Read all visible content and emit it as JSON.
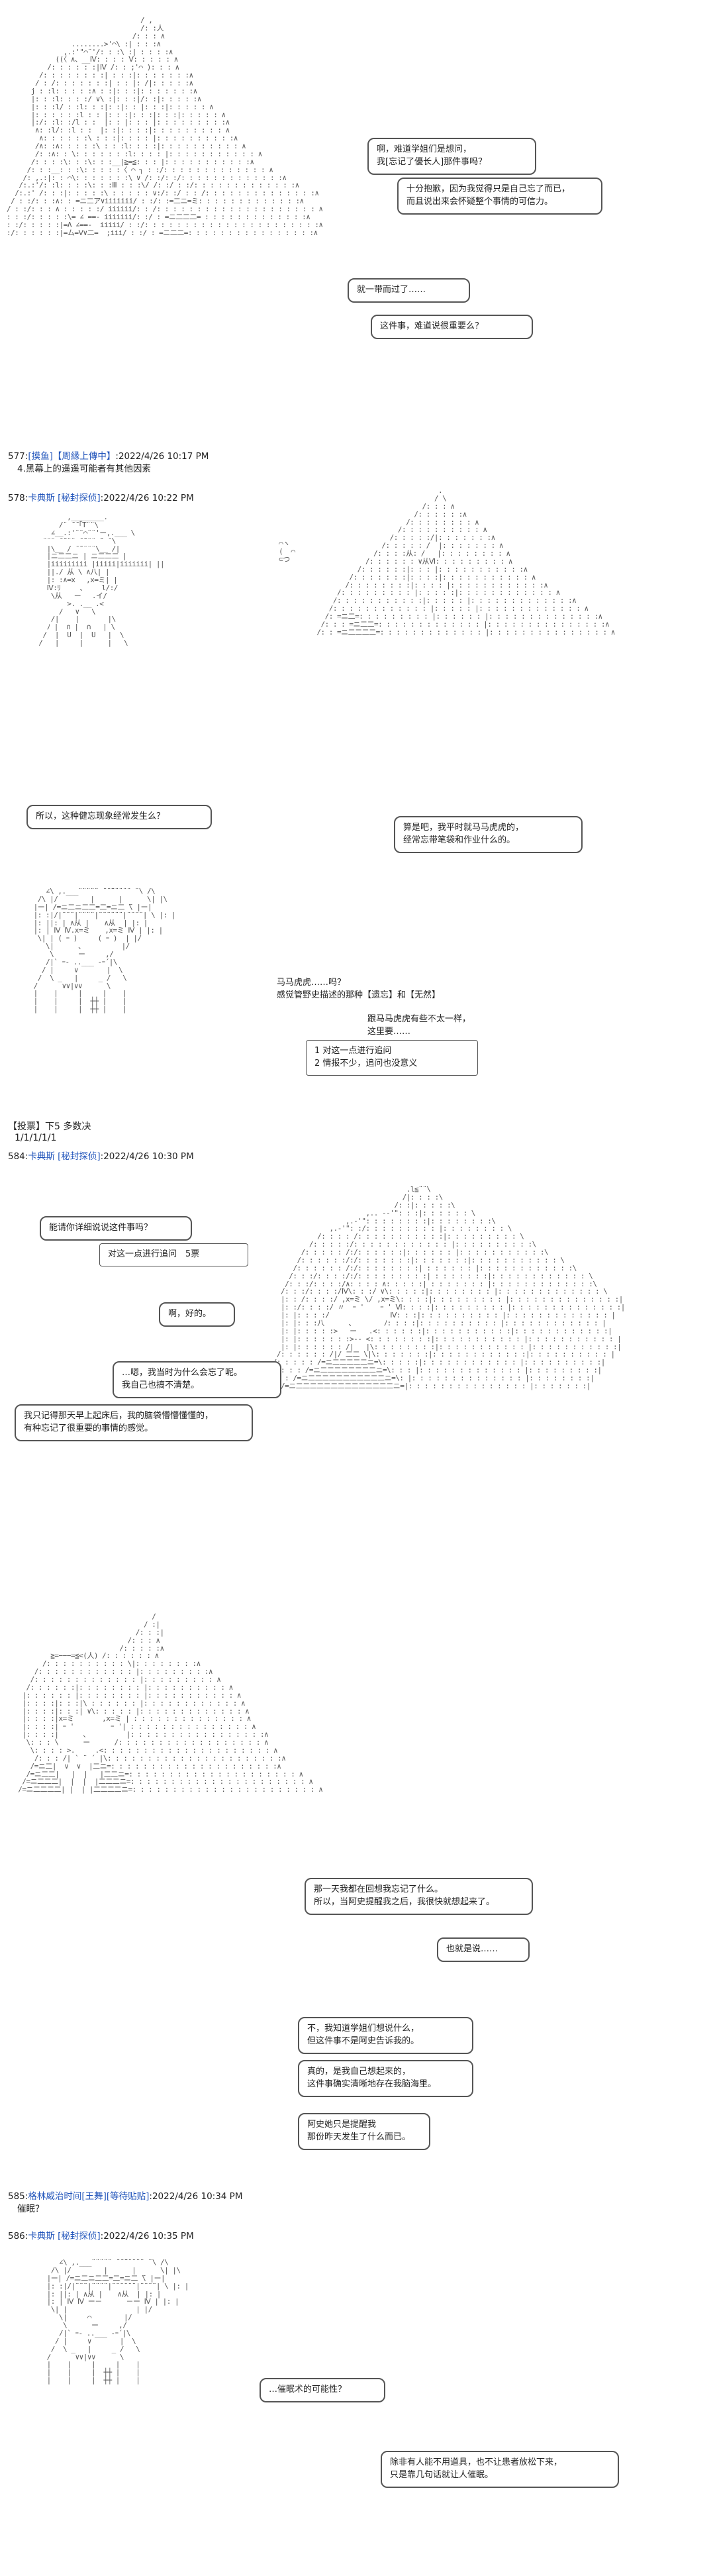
{
  "panel1": {
    "bubbles": [
      "啊，难道学姐们是想问，\n我[忘记了優长人]那件事吗？",
      "十分抱歉，因为我觉得只是自己忘了而已，\n而且说出来会怀疑整个事情的可信力。",
      "就一带而过了……",
      "这件事，难道说很重要么？"
    ]
  },
  "post577": {
    "number": "577:",
    "name": "[摸鱼]【周縁上傳中】",
    "date": "2022/4/26 10:17 PM",
    "body": "4.黑幕上的遥遥可能者有其他因素"
  },
  "post578": {
    "number": "578:",
    "name": "卡典斯 [秘封探侦]",
    "date": "2022/4/26 10:22 PM"
  },
  "panel2": {
    "bubbles": [
      "所以，这种健忘现象经常发生么？",
      "算是吧，我平时就马马虎虎的，\n经常忘带笔袋和作业什么的。"
    ]
  },
  "panel3": {
    "bubbles": [
      "马马虎虎……吗？\n感觉管野史描述的那种【遗忘】和【无然】",
      "跟马马虎虎有些不太一样，\n这里要……"
    ],
    "choices": "1 对这一点进行追问\n2 情报不少，追问也没意义"
  },
  "vote": {
    "label": "【投票】下5 多数决",
    "tally": "1/1/1/1/1"
  },
  "post584": {
    "number": "584:",
    "name": "卡典斯 [秘封探侦]",
    "date": "2022/4/26 10:30 PM"
  },
  "panel4": {
    "bubbles": [
      "能请你详细说说这件事吗？",
      "对这一点进行追问　5票",
      "啊，好的。",
      "…嗯，我当时为什么会忘了呢。\n我自己也搞不清楚。",
      "我只记得那天早上起床后，我的脑袋懵懵懂懂的，\n有种忘记了很重要的事情的感觉。"
    ]
  },
  "panel5": {
    "bubbles": [
      "那一天我都在回想我忘记了什么。\n所以，当阿史提醒我之后，我很快就想起来了。",
      "也就是说……",
      "不，我知道学姐们想说什么，\n但这件事不是阿史告诉我的。",
      "真的，是我自己想起来的，\n这件事确实清晰地存在我脑海里。",
      "阿史她只是提醒我\n那份昨天发生了什么而已。"
    ]
  },
  "post585": {
    "number": "585:",
    "name": "格林威治时间[王舞][等待贴贴]",
    "date": "2022/4/26 10:34 PM",
    "body": "催眠？"
  },
  "post586": {
    "number": "586:",
    "name": "卡典斯 [秘封探侦]",
    "date": "2022/4/26 10:35 PM"
  },
  "panel6": {
    "bubbles": [
      "…催眠术的可能性？",
      "除非有人能不用道具，也不让患者放松下来，\n只是靠几句话就让人催眠。"
    ]
  }
}
